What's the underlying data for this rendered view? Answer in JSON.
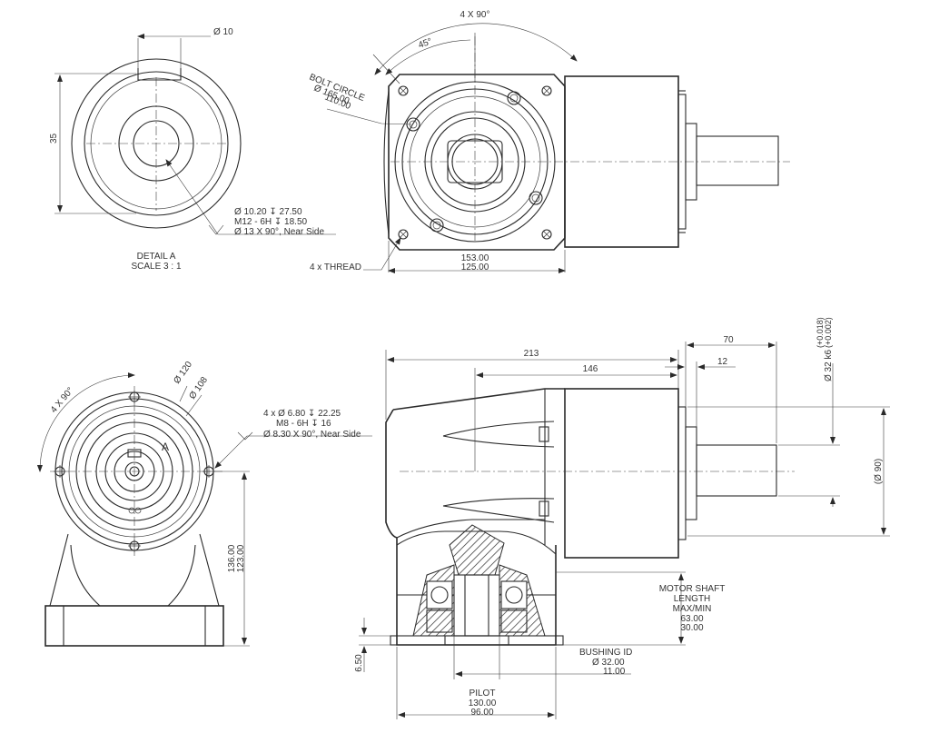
{
  "detail": {
    "dia_shaft": "Ø 10",
    "height": "35",
    "hole_line1": "Ø 10.20 ↧ 27.50",
    "hole_line2": "M12 - 6H ↧ 18.50",
    "hole_line3": "Ø 13 X 90°, Near Side",
    "title": "DETAIL A",
    "scale": "SCALE 3 : 1"
  },
  "top_view": {
    "angle_total": "4 X 90°",
    "angle_45": "45°",
    "bolt_circle_label": "BOLT CIRCLE",
    "bolt_circle_d1": "Ø 165.00",
    "bolt_circle_d2": "110.00",
    "thread_label": "4 x THREAD",
    "width1": "153.00",
    "width2": "125.00"
  },
  "front_view": {
    "angle_total": "4 X 90°",
    "dia_120": "Ø 120",
    "dia_108": "Ø 108",
    "hole_line1": "4 x Ø 6.80 ↧ 22.25",
    "hole_line2": "M8 - 6H ↧ 16",
    "hole_line3": "Ø 8.30 X 90°, Near Side",
    "detail_marker": "A",
    "height1": "136.00",
    "height2": "123.00"
  },
  "side_view": {
    "dim_213": "213",
    "dim_146": "146",
    "dim_70": "70",
    "dim_12": "12",
    "shaft_dia": "Ø 32 k6",
    "tol_upper": "(+0.018)",
    "tol_lower": "(+0.002)",
    "dia_90": "(Ø 90)",
    "motor_shaft_line1": "MOTOR SHAFT",
    "motor_shaft_line2": "LENGTH",
    "motor_shaft_line3": "MAX/MIN",
    "motor_shaft_max": "63.00",
    "motor_shaft_min": "30.00",
    "bushing_label": "BUSHING ID",
    "bushing_max": "Ø 32.00",
    "bushing_min": "11.00",
    "dim_650": "6.50",
    "pilot_label": "PILOT",
    "pilot_max": "130.00",
    "pilot_min": "96.00"
  }
}
